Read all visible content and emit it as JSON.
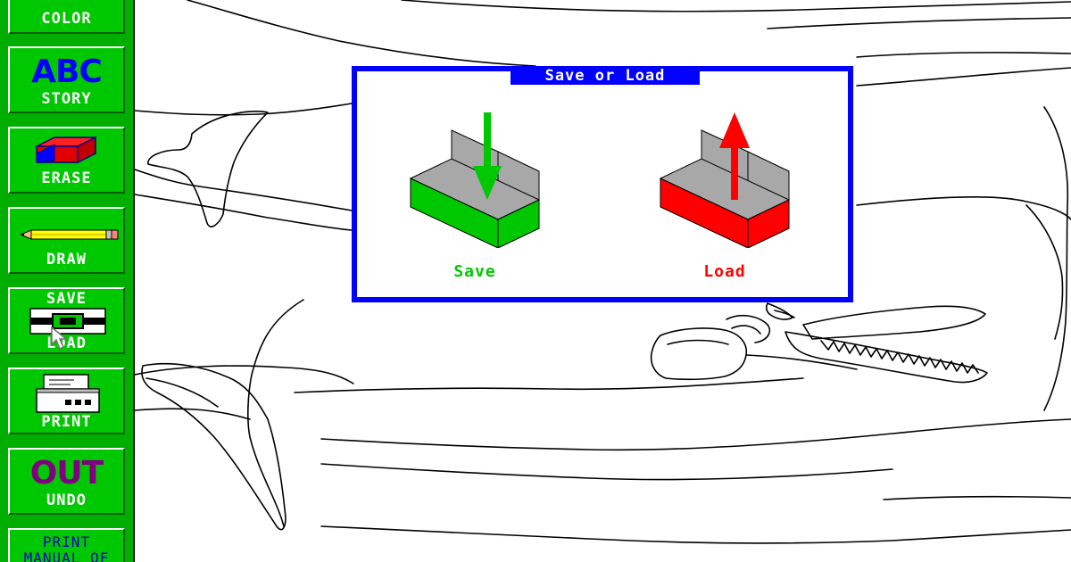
{
  "toolbar": {
    "color": {
      "label": "COLOR"
    },
    "story": {
      "big_text": "ABC",
      "label": "STORY"
    },
    "erase": {
      "label": "ERASE",
      "icon": "eraser-icon"
    },
    "draw": {
      "label": "DRAW",
      "icon": "pencil-icon"
    },
    "save_load": {
      "label_top": "SAVE",
      "label_bottom": "LOAD",
      "icon": "disk-icon"
    },
    "print": {
      "label": "PRINT",
      "icon": "printer-icon"
    },
    "undo": {
      "big_text": "OUT",
      "label": "UNDO"
    },
    "manual": {
      "line1": "PRINT",
      "line2": "MANUAL OF"
    }
  },
  "dialog": {
    "title": "Save or Load",
    "save": {
      "label": "Save",
      "icon": "save-arrow-down-icon"
    },
    "load": {
      "label": "Load",
      "icon": "load-arrow-up-icon"
    }
  },
  "colors": {
    "toolbar_bg": "#00ae00",
    "dialog_border": "#0000ff",
    "save_green": "#00c800",
    "load_red": "#ff0000",
    "story_blue": "#0000ff",
    "undo_purple": "#800080"
  },
  "canvas": {
    "subject": "whale-outline-drawing"
  }
}
